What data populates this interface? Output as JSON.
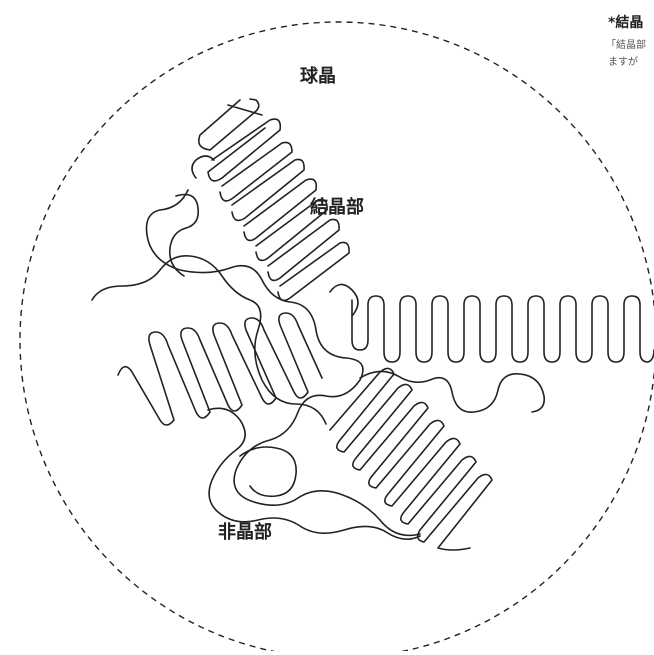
{
  "diagram": {
    "label_spherulite": "球晶",
    "label_crystalline": "結晶部",
    "label_amorphous": "非晶部"
  },
  "note": {
    "title": "*結晶",
    "line1": "「結晶部",
    "line2": "ますが"
  },
  "colors": {
    "stroke": "#222222",
    "background": "#ffffff",
    "note_text": "#555555"
  }
}
